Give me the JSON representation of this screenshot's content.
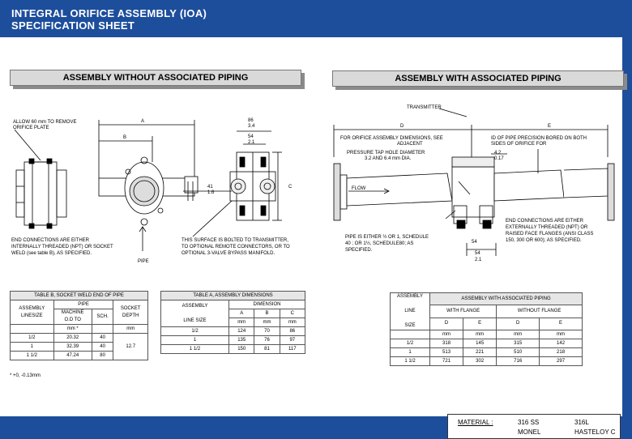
{
  "header": {
    "title_line1": "INTEGRAL ORIFICE ASSEMBLY (IOA)",
    "title_line2": "SPECIFICATION SHEET"
  },
  "left_section": {
    "heading": "ASSEMBLY WITHOUT ASSOCIATED PIPING",
    "note_allow": "ALLOW 60 mm TO REMOVE",
    "note_allow2": "ORIFICE PLATE",
    "dim_a": "A",
    "dim_b": "B",
    "dim_c": "C",
    "dim_86": "86",
    "dim_34": "3.4",
    "dim_54": "54",
    "dim_21": "2.1",
    "dim_41": "41",
    "dim_16": "1.6",
    "end_connections_line1": "END    CONNECTIONS    ARE    EITHER",
    "end_connections_line2": "INTERNALLY THREADED (NPT) OR SOCKET",
    "end_connections_line3": "WELD (see table B), AS SPECIFIED.",
    "pipe_label": "PIPE",
    "surface_note1": "THIS SURFACE IS BOLTED TO TRANSMITTER,",
    "surface_note2": "TO OPTIONAL REMOTE CONNECTORS, OR TO",
    "surface_note3": "OPTIONAL 3-VALVE BYPASS MANIFOLD."
  },
  "right_section": {
    "heading": "ASSEMBLY WITH ASSOCIATED PIPING",
    "transmitter": "TRANSMITTER",
    "dim_d": "D",
    "dim_e": "E",
    "orifice_note1": "FOR ORIFICE ASSEMBLY DIMENSIONS, SEE",
    "orifice_note2": "ADJACENT",
    "id_note1": "ID OF PIPE PRECISION BORED ON BOTH",
    "id_note2": "SIDES OF ORIFICE FOR",
    "pressure_note1": "PRESSURE TAP HOLE DIAMETER",
    "pressure_note2": "3.2 AND 6.4  mm DIA.",
    "dim_42": "4.2",
    "dim_017": "0.17",
    "flow": "FLOW",
    "end_conn1": "END       CONNECTIONS       ARE       EITHER",
    "end_conn2": "EXTERNALLY    THREADED    (NPT)    OR",
    "end_conn3": "RAISED  FACE  FLANGES  (ANSI  CLASS",
    "end_conn4": "150, 300 OR 600); AS SPECIFIED.",
    "pipe_note1": "PIPE IS EITHER ½ OR 1, SCHEDULE",
    "pipe_note2": "40 ; OR 1½, SCHEDULE80; AS",
    "pipe_note3": "SPECIFIED.",
    "dim_54a": "54",
    "dim_54b": "54",
    "dim_21": "2.1"
  },
  "table_b": {
    "title": "TABLE B, SOCKET WELD END OF PIPE",
    "h_assembly": "ASSEMBLY",
    "h_linesize": "LINESIZE",
    "h_pipe": "PIPE",
    "h_machine": "MACHINE",
    "h_odto": "O.D TO",
    "h_sch": "SCH.",
    "h_socket": "SOCKET",
    "h_depth": "DEPTH",
    "h_mm1": "mm *",
    "h_mm2": "mm",
    "rows": [
      {
        "size": "1/2",
        "od": "20.32",
        "sch": "40"
      },
      {
        "size": "1",
        "od": "32.39",
        "sch": "40"
      },
      {
        "size": "1 1/2",
        "od": "47.24",
        "sch": "80"
      }
    ],
    "depth": "12.7",
    "footnote": "* +0, -0.13mm"
  },
  "table_a": {
    "title": "TABLE A, ASSEMBLY DIMENSIONS",
    "h_assembly": "ASSEMBLY",
    "h_linesize": "LINE SIZE",
    "h_dimension": "DIMENSION",
    "cols": [
      "A",
      "B",
      "C"
    ],
    "units": [
      "mm",
      "mm",
      "mm"
    ],
    "rows": [
      {
        "size": "1/2",
        "a": "124",
        "b": "70",
        "c": "86"
      },
      {
        "size": "1",
        "a": "135",
        "b": "76",
        "c": "97"
      },
      {
        "size": "1 1/2",
        "a": "150",
        "b": "81",
        "c": "117"
      }
    ]
  },
  "table_c": {
    "title": "ASSEMBLY WITH ASSOCIATED PIPING",
    "h_assembly": "ASSEMBLY",
    "h_line": "LINE",
    "h_size": "SIZE",
    "h_with": "WITH FLANGE",
    "h_without": "WITHOUT FLANGE",
    "cols": [
      "D",
      "E",
      "D",
      "E"
    ],
    "units": [
      "mm",
      "mm",
      "mm",
      "mm"
    ],
    "rows": [
      {
        "size": "1/2",
        "d1": "318",
        "e1": "145",
        "d2": "315",
        "e2": "142"
      },
      {
        "size": "1",
        "d1": "513",
        "e1": "221",
        "d2": "510",
        "e2": "218"
      },
      {
        "size": "1 1/2",
        "d1": "721",
        "e1": "302",
        "d2": "716",
        "e2": "297"
      }
    ]
  },
  "material": {
    "label": "MATERIAL :",
    "m1": "316 SS",
    "m2": "316L",
    "m3": "MONEL",
    "m4": "HASTELOY C"
  }
}
